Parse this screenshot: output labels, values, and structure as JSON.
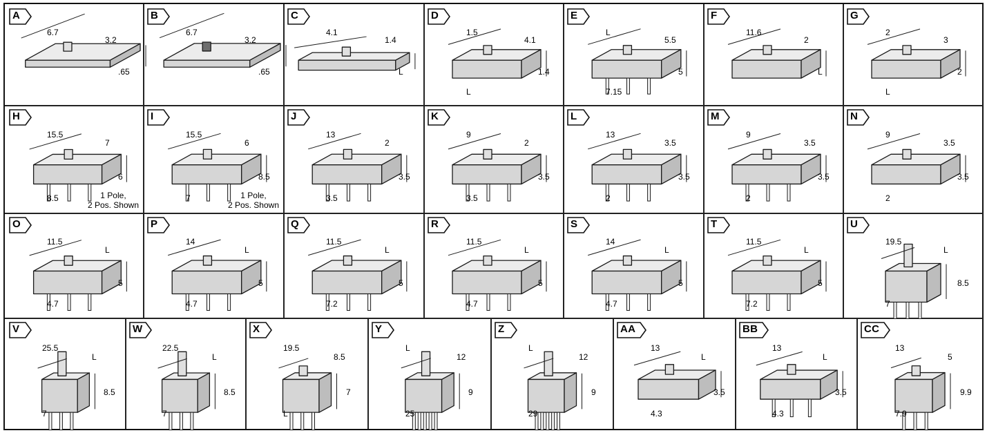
{
  "colors": {
    "body": "#d6d6d6",
    "top": "#ececec",
    "dark": "#6f6f6f",
    "line": "#1a1a1a"
  },
  "panels": [
    {
      "id": "A",
      "type": "flat",
      "dims": [
        "6.7",
        "3.2",
        ".65"
      ]
    },
    {
      "id": "B",
      "type": "flat-knurl",
      "dims": [
        "6.7",
        "3.2",
        ".65"
      ]
    },
    {
      "id": "C",
      "type": "slim",
      "dims": [
        "4.1",
        "1.4",
        "L"
      ]
    },
    {
      "id": "D",
      "type": "smd-tall",
      "dims": [
        "1.5",
        "4.1",
        "1.4",
        "L"
      ]
    },
    {
      "id": "E",
      "type": "round",
      "dims": [
        "L",
        "5.5",
        "5",
        "7.15"
      ]
    },
    {
      "id": "F",
      "type": "smd-box",
      "dims": [
        "11.6",
        "2",
        "L"
      ]
    },
    {
      "id": "G",
      "type": "edge",
      "dims": [
        "2",
        "3",
        "2",
        "L"
      ]
    },
    {
      "id": "H",
      "type": "pcb-right",
      "dims": [
        "15.5",
        "7",
        "6",
        "8.5"
      ],
      "note": "1 Pole,\n2 Pos. Shown"
    },
    {
      "id": "I",
      "type": "pcb-vert",
      "dims": [
        "15.5",
        "6",
        "8.5",
        "7"
      ],
      "note": "1 Pole,\n2 Pos. Shown"
    },
    {
      "id": "J",
      "type": "pin3",
      "dims": [
        "13",
        "2",
        "3.5",
        "3.5"
      ]
    },
    {
      "id": "K",
      "type": "pin3",
      "dims": [
        "9",
        "2",
        "3.5",
        "3.5"
      ]
    },
    {
      "id": "L",
      "type": "pin-right",
      "dims": [
        "13",
        "3.5",
        "3.5",
        "2"
      ]
    },
    {
      "id": "M",
      "type": "pin-right",
      "dims": [
        "9",
        "3.5",
        "3.5",
        "2"
      ]
    },
    {
      "id": "N",
      "type": "smd-right",
      "dims": [
        "9",
        "3.5",
        "3.5",
        "2"
      ]
    },
    {
      "id": "O",
      "type": "big",
      "dims": [
        "11.5",
        "L",
        "5",
        "4.7"
      ]
    },
    {
      "id": "P",
      "type": "big",
      "dims": [
        "14",
        "L",
        "5",
        "4.7"
      ]
    },
    {
      "id": "Q",
      "type": "big",
      "dims": [
        "11.5",
        "L",
        "5",
        "7.2"
      ]
    },
    {
      "id": "R",
      "type": "big-right",
      "dims": [
        "11.5",
        "L",
        "5",
        "4.7"
      ]
    },
    {
      "id": "S",
      "type": "big-right",
      "dims": [
        "14",
        "L",
        "5",
        "4.7"
      ]
    },
    {
      "id": "T",
      "type": "big-right",
      "dims": [
        "11.5",
        "L",
        "5",
        "7.2"
      ]
    },
    {
      "id": "U",
      "type": "tall",
      "dims": [
        "19.5",
        "L",
        "8.5",
        "7"
      ]
    },
    {
      "id": "V",
      "type": "tall",
      "dims": [
        "25.5",
        "L",
        "8.5",
        "7"
      ]
    },
    {
      "id": "W",
      "type": "tall",
      "dims": [
        "22.5",
        "L",
        "8.5",
        "7"
      ]
    },
    {
      "id": "X",
      "type": "tall-right",
      "dims": [
        "19.5",
        "8.5",
        "7",
        "L"
      ]
    },
    {
      "id": "Y",
      "type": "vert-big",
      "dims": [
        "L",
        "12",
        "9",
        "25"
      ]
    },
    {
      "id": "Z",
      "type": "vert-big",
      "dims": [
        "L",
        "12",
        "9",
        "29"
      ]
    },
    {
      "id": "AA",
      "type": "round-smd",
      "dims": [
        "13",
        "L",
        "3.5",
        "4.3"
      ]
    },
    {
      "id": "BB",
      "type": "round-pin",
      "dims": [
        "13",
        "L",
        "3.5",
        "4.3"
      ]
    },
    {
      "id": "CC",
      "type": "cube",
      "dims": [
        "13",
        "5",
        "9.9",
        "7.9"
      ]
    }
  ]
}
